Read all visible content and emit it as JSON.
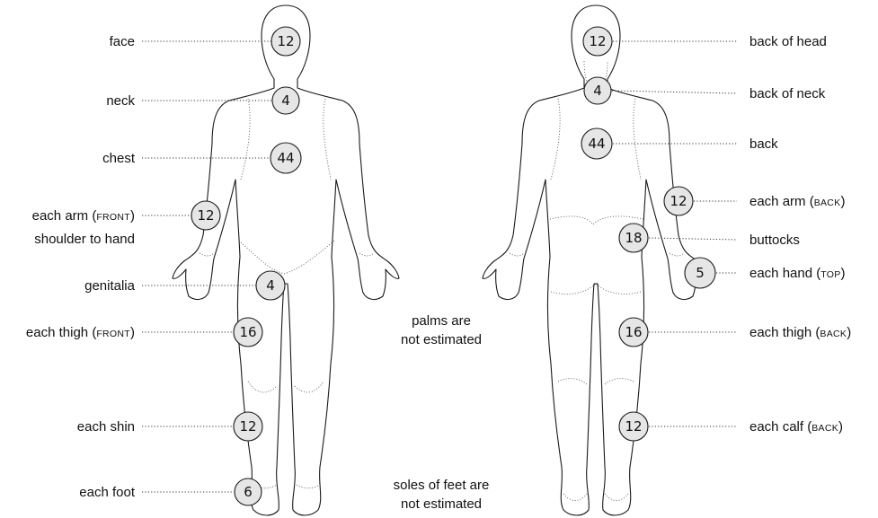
{
  "front": {
    "face": {
      "label": "face",
      "value": "12"
    },
    "neck": {
      "label": "neck",
      "value": "4"
    },
    "chest": {
      "label": "chest",
      "value": "44"
    },
    "arm": {
      "label": "each arm",
      "qualifier": "FRONT",
      "label2": "shoulder to hand",
      "value": "12"
    },
    "genitalia": {
      "label": "genitalia",
      "value": "4"
    },
    "thigh": {
      "label": "each thigh",
      "qualifier": "FRONT",
      "value": "16"
    },
    "shin": {
      "label": "each shin",
      "value": "12"
    },
    "foot": {
      "label": "each foot",
      "value": "6"
    }
  },
  "back": {
    "head": {
      "label": "back of head",
      "value": "12"
    },
    "neck": {
      "label": "back of neck",
      "value": "4"
    },
    "back": {
      "label": "back",
      "value": "44"
    },
    "arm": {
      "label": "each arm",
      "qualifier": "BACK",
      "value": "12"
    },
    "buttocks": {
      "label": "buttocks",
      "value": "18"
    },
    "hand": {
      "label": "each hand",
      "qualifier": "TOP",
      "value": "5"
    },
    "thigh": {
      "label": "each thigh",
      "qualifier": "BACK",
      "value": "16"
    },
    "calf": {
      "label": "each calf",
      "qualifier": "BACK",
      "value": "12"
    }
  },
  "notes": {
    "palms_1": "palms are",
    "palms_2": "not estimated",
    "soles_1": "soles of feet are",
    "soles_2": "not estimated"
  }
}
